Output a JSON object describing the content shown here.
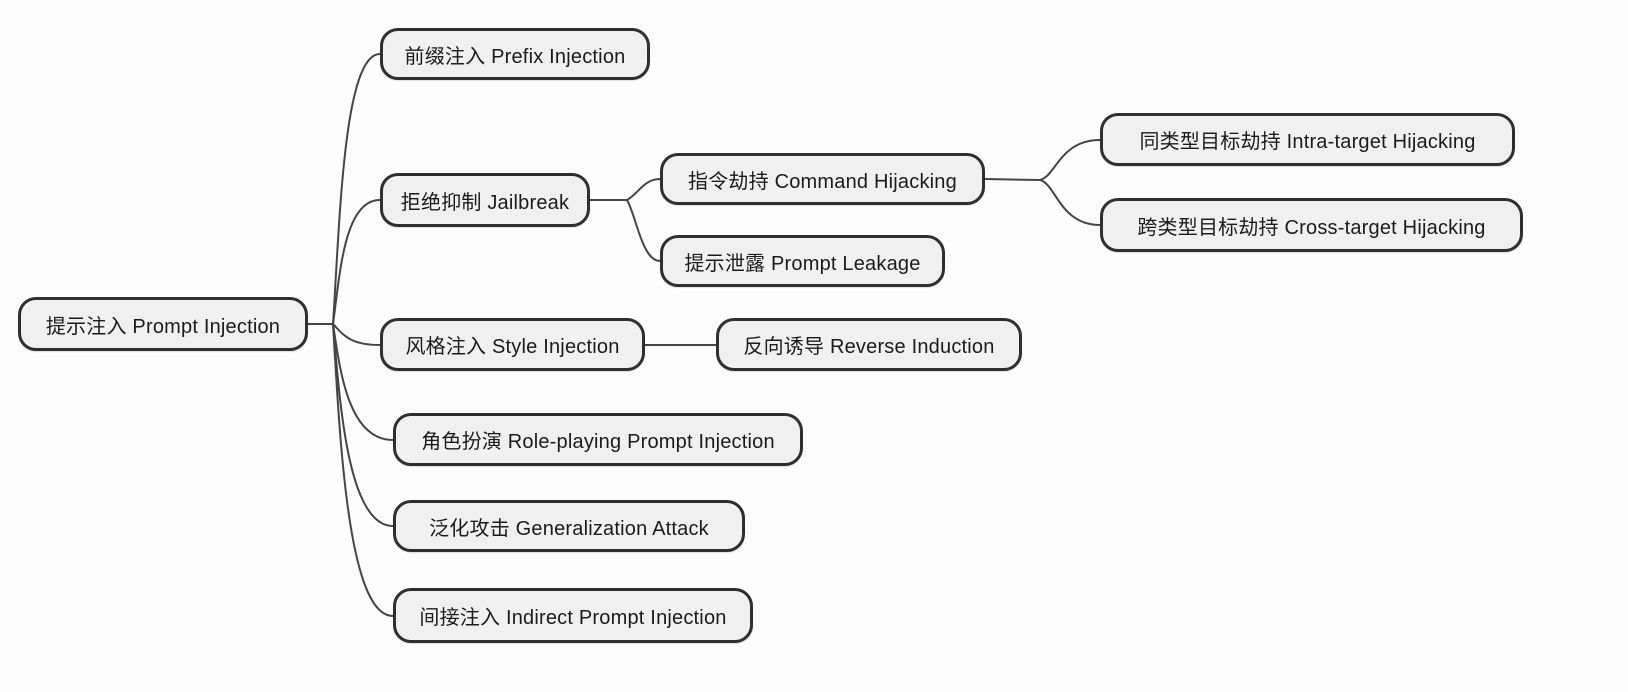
{
  "app": {
    "type": "mindmap",
    "background_color": "#fcfcfc"
  },
  "colors": {
    "node_fill": "#f0f0f0",
    "node_border": "#2f2f2f",
    "connector": "#454545",
    "text": "#1b1b1b"
  },
  "mindmap": {
    "title": "提示注入 Prompt Injection",
    "nodes": {
      "root": {
        "label": "提示注入 Prompt Injection",
        "parent": null
      },
      "prefix_injection": {
        "label": "前缀注入 Prefix Injection",
        "parent": "root"
      },
      "jailbreak": {
        "label": "拒绝抑制 Jailbreak",
        "parent": "root"
      },
      "command_hijacking": {
        "label": "指令劫持 Command Hijacking",
        "parent": "jailbreak"
      },
      "intra_target_hijacking": {
        "label": "同类型目标劫持 Intra-target Hijacking",
        "parent": "command_hijacking"
      },
      "cross_target_hijacking": {
        "label": "跨类型目标劫持 Cross-target Hijacking",
        "parent": "command_hijacking"
      },
      "prompt_leakage": {
        "label": "提示泄露 Prompt Leakage",
        "parent": "jailbreak"
      },
      "style_injection": {
        "label": "风格注入 Style Injection",
        "parent": "root"
      },
      "reverse_induction": {
        "label": "反向诱导 Reverse Induction",
        "parent": "style_injection"
      },
      "role_playing": {
        "label": "角色扮演 Role-playing Prompt Injection",
        "parent": "root"
      },
      "generalization_attack": {
        "label": "泛化攻击 Generalization Attack",
        "parent": "root"
      },
      "indirect_injection": {
        "label": "间接注入 Indirect Prompt Injection",
        "parent": "root"
      }
    }
  }
}
